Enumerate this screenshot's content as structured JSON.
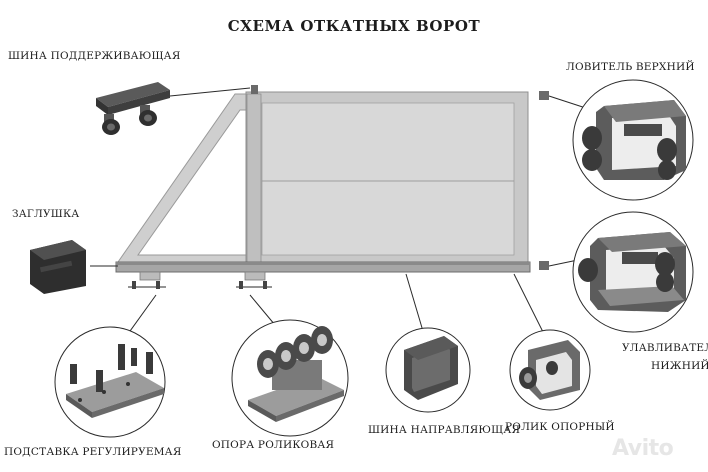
{
  "title": "СХЕМА ОТКАТНЫХ ВОРОТ",
  "labels": {
    "support_rail": "ШИНА ПОДДЕРЖИВАЮЩАЯ",
    "top_catcher": "ЛОВИТЕЛЬ ВЕРХНИЙ",
    "end_cap": "ЗАГЛУШКА",
    "bottom_catcher_line1": "УЛАВЛИВАТЕЛЬ",
    "bottom_catcher_line2": "НИЖНИЙ",
    "adjustable_base": "ПОДСТАВКА РЕГУЛИРУЕМАЯ",
    "roller_support": "ОПОРА РОЛИКОВАЯ",
    "guide_rail": "ШИНА НАПРАВЛЯЮЩАЯ",
    "support_roller": "РОЛИК ОПОРНЫЙ"
  },
  "watermark": "Avito",
  "colors": {
    "frame": "#c9c9c9",
    "panel": "#d6d6d6",
    "metal_dark": "#4a4a4a",
    "metal_mid": "#7a7a7a",
    "line": "#2a2a2a"
  }
}
